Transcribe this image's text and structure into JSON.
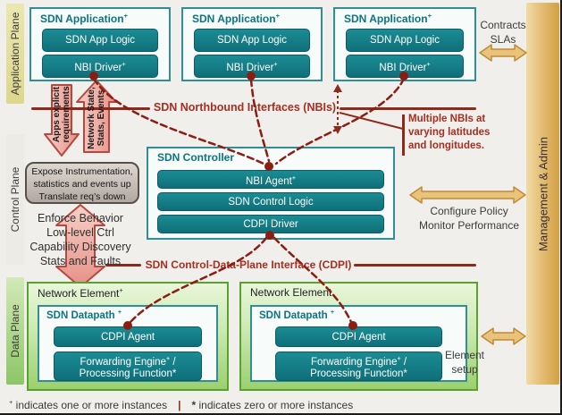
{
  "planes": {
    "application": "Application Plane",
    "control": "Control Plane",
    "data": "Data Plane"
  },
  "app_box": {
    "title": "SDN Application",
    "title_sup": "+",
    "logic": "SDN App Logic",
    "driver": "NBI Driver",
    "driver_sup": "+"
  },
  "controller": {
    "title": "SDN Controller",
    "agent": "NBI Agent",
    "agent_sup": "+",
    "logic": "SDN Control Logic",
    "driver": "CDPI Driver"
  },
  "network_elements": {
    "ne1_title": "Network Element",
    "ne1_sup": "+",
    "ne2_title": "Network Element",
    "datapath": "SDN Datapath ",
    "datapath_sup": "+",
    "agent": "CDPI Agent",
    "fwd1": "Forwarding Engine",
    "fwd1_sup": "+",
    "fwd1_tail": " /",
    "fwd2": "Processing Function*"
  },
  "nbi": {
    "label": "SDN Northbound Interfaces (NBIs)",
    "note1": "Multiple NBIs at",
    "note2": "varying latitudes",
    "note3": "and longitudes."
  },
  "cdpi": {
    "label": "SDN Control-Data-Plane Interface (CDPI)"
  },
  "left": {
    "apps_arrow1": "Apps explicit",
    "apps_arrow2": "requirements",
    "state_arrow1": "Network State,",
    "state_arrow2": "Stats, Events",
    "expose1": "Expose Instrumentation,",
    "expose2": "statistics and events up",
    "expose3": "Translate req’s down",
    "enforce1": "Enforce Behavior",
    "enforce2": "Low-level Ctrl",
    "enforce3": "Capability Discovery",
    "enforce4": "Stats and Faults"
  },
  "right": {
    "contracts1": "Contracts",
    "contracts2": "SLAs",
    "configure1": "Configure Policy",
    "configure2": "Monitor Performance",
    "element1": "Element",
    "element2": "setup",
    "management": "Management & Admin"
  },
  "legend": {
    "plus_sym": "+",
    "plus_text": " indicates one or more instances",
    "sep": "|",
    "star_sym": "* ",
    "star_text": "indicates zero or more instances"
  },
  "colors": {
    "teal": "#14828b",
    "dark_red": "#8e2a1c",
    "red_text": "#a33022",
    "tan": "#e8c379",
    "pink": "#f0b4aa",
    "green_border": "#58a22f"
  }
}
